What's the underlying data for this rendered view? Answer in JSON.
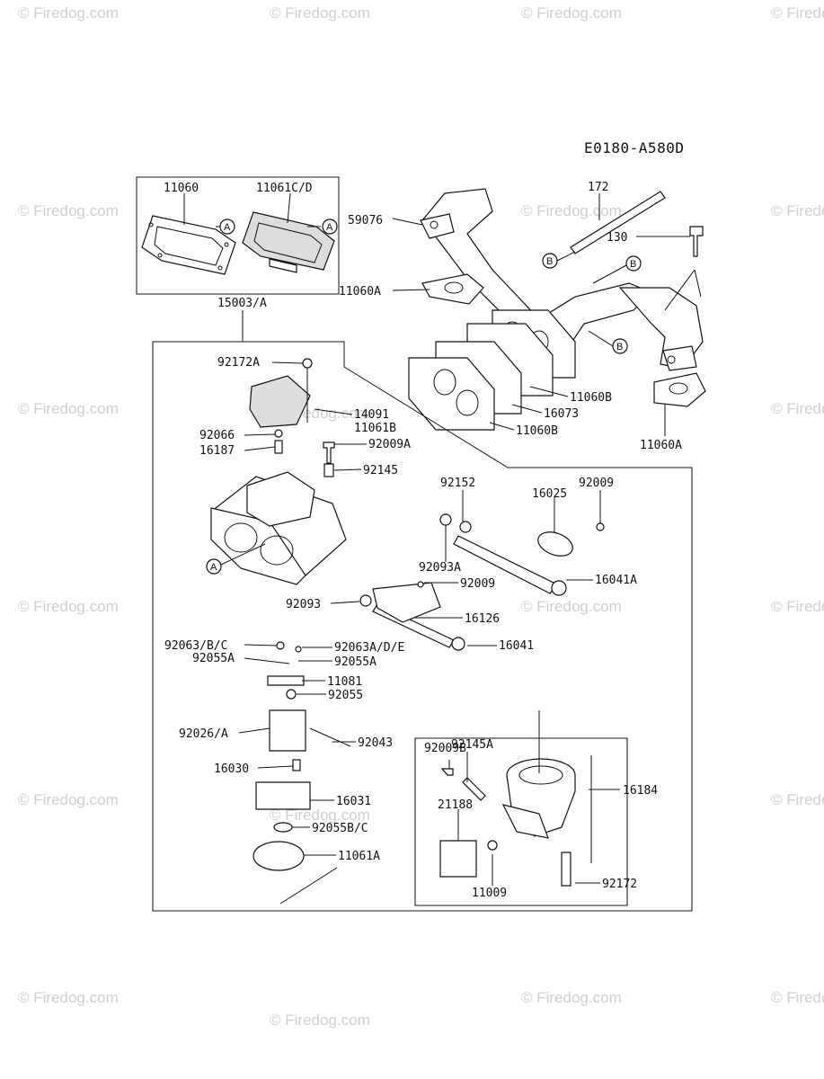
{
  "diagram": {
    "code": "E0180-A580D",
    "watermark_text": "© Firedog.com",
    "callouts": [
      "A",
      "B"
    ],
    "parts": {
      "p11060": "11060",
      "p11061cd": "11061C/D",
      "p15003": "15003/A",
      "p59076": "59076",
      "p11060a_top": "11060A",
      "p172": "172",
      "p130": "130",
      "p11060b_1": "11060B",
      "p16073": "16073",
      "p11060b_2": "11060B",
      "p11060a_right": "11060A",
      "p92172a": "92172A",
      "p14091": "14091",
      "p11061b": "11061B",
      "p92066": "92066",
      "p16187": "16187",
      "p92009a": "92009A",
      "p92145": "92145",
      "p92152": "92152",
      "p16025": "16025",
      "p92009_1": "92009",
      "p92093a": "92093A",
      "p92009_2": "92009",
      "p16041a": "16041A",
      "p92093": "92093",
      "p16126": "16126",
      "p92063bc": "92063/B/C",
      "p92063ade": "92063A/D/E",
      "p16041": "16041",
      "p92055a_l": "92055A",
      "p92055a_r": "92055A",
      "p11081": "11081",
      "p92055": "92055",
      "p92026": "92026/A",
      "p92043": "92043",
      "p16030": "16030",
      "p16031": "16031",
      "p92055bc": "92055B/C",
      "p11061a": "11061A",
      "p92009b": "92009B",
      "p92145a": "92145A",
      "p16184": "16184",
      "p21188": "21188",
      "p11009": "11009",
      "p92172": "92172"
    }
  }
}
